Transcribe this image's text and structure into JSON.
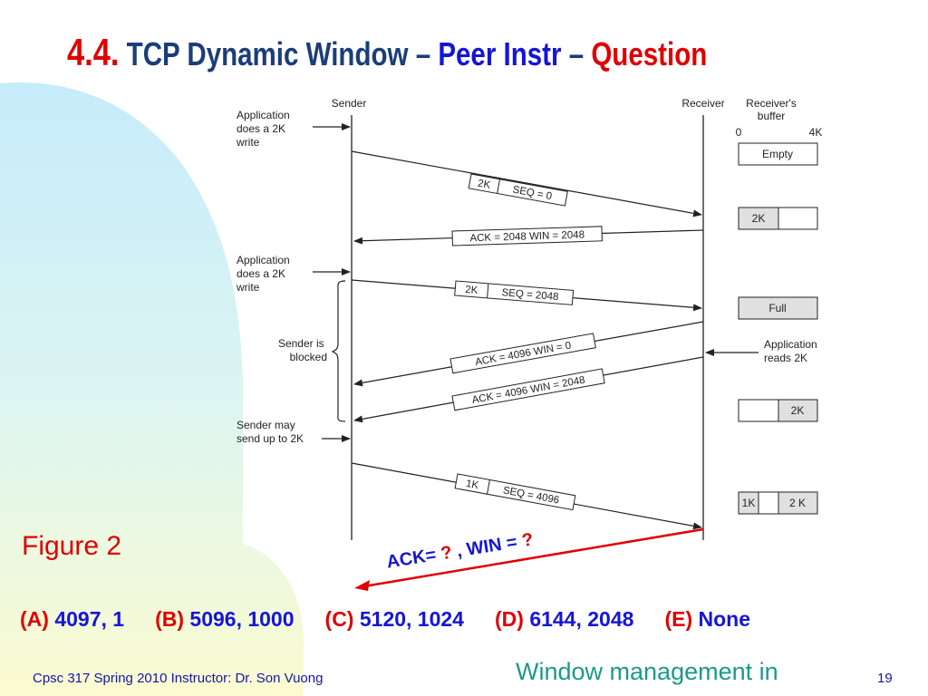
{
  "slide": {
    "number": "4.4.",
    "title_part1": "TCP Dynamic Window – ",
    "title_part2": "Peer Instr",
    "title_part3": " – ",
    "title_part4": "Question"
  },
  "diagram": {
    "sender": "Sender",
    "receiver": "Receiver",
    "buffer_title_1": "Receiver's",
    "buffer_title_2": "buffer",
    "buffer_scale_start": "0",
    "buffer_scale_end": "4K",
    "notes": {
      "app_write_1": [
        "Application",
        "does a 2K",
        "write"
      ],
      "app_write_2": [
        "Application",
        "does a 2K",
        "write"
      ],
      "sender_blocked": [
        "Sender is",
        "blocked"
      ],
      "sender_may": [
        "Sender may",
        "send up to 2K"
      ],
      "app_reads": [
        "Application",
        "reads 2K"
      ]
    },
    "segments": [
      {
        "left": "2K",
        "right": "SEQ = 0"
      },
      {
        "text": "ACK = 2048 WIN = 2048"
      },
      {
        "left": "2K",
        "right": "SEQ = 2048"
      },
      {
        "text": "ACK = 4096 WIN = 0"
      },
      {
        "text": "ACK = 4096 WIN = 2048"
      },
      {
        "left": "1K",
        "right": "SEQ = 4096"
      }
    ],
    "buffers": [
      {
        "state": "Empty"
      },
      {
        "used": "2K"
      },
      {
        "state": "Full"
      },
      {
        "free_right": "2K"
      },
      {
        "left": "1K",
        "right": "2 K"
      }
    ]
  },
  "figure_label": "Figure 2",
  "question": {
    "ack_label": "ACK= ",
    "ack_value": "?",
    "separator": " ,  ",
    "win_label": "WIN = ",
    "win_value": "?"
  },
  "answers": [
    {
      "letter": "(A)",
      "value": "4097, 1"
    },
    {
      "letter": "(B)",
      "value": "5096, 1000"
    },
    {
      "letter": "(C)",
      "value": "5120, 1024"
    },
    {
      "letter": "(D)",
      "value": "6144, 2048"
    },
    {
      "letter": "(E)",
      "value": "None"
    }
  ],
  "footer": {
    "course": "Cpsc 317 Spring 2010  Instructor: Dr. Son Vuong",
    "topic": "Window management in",
    "page": "19"
  },
  "colors": {
    "title_blue": "#1b3d7a",
    "accent_red": "#e00000",
    "answer_blue": "#1515d8",
    "bg_cyan": "#cdeefb",
    "bg_yellow": "#fbfbd2",
    "topic_teal": "#1a9a8a"
  }
}
